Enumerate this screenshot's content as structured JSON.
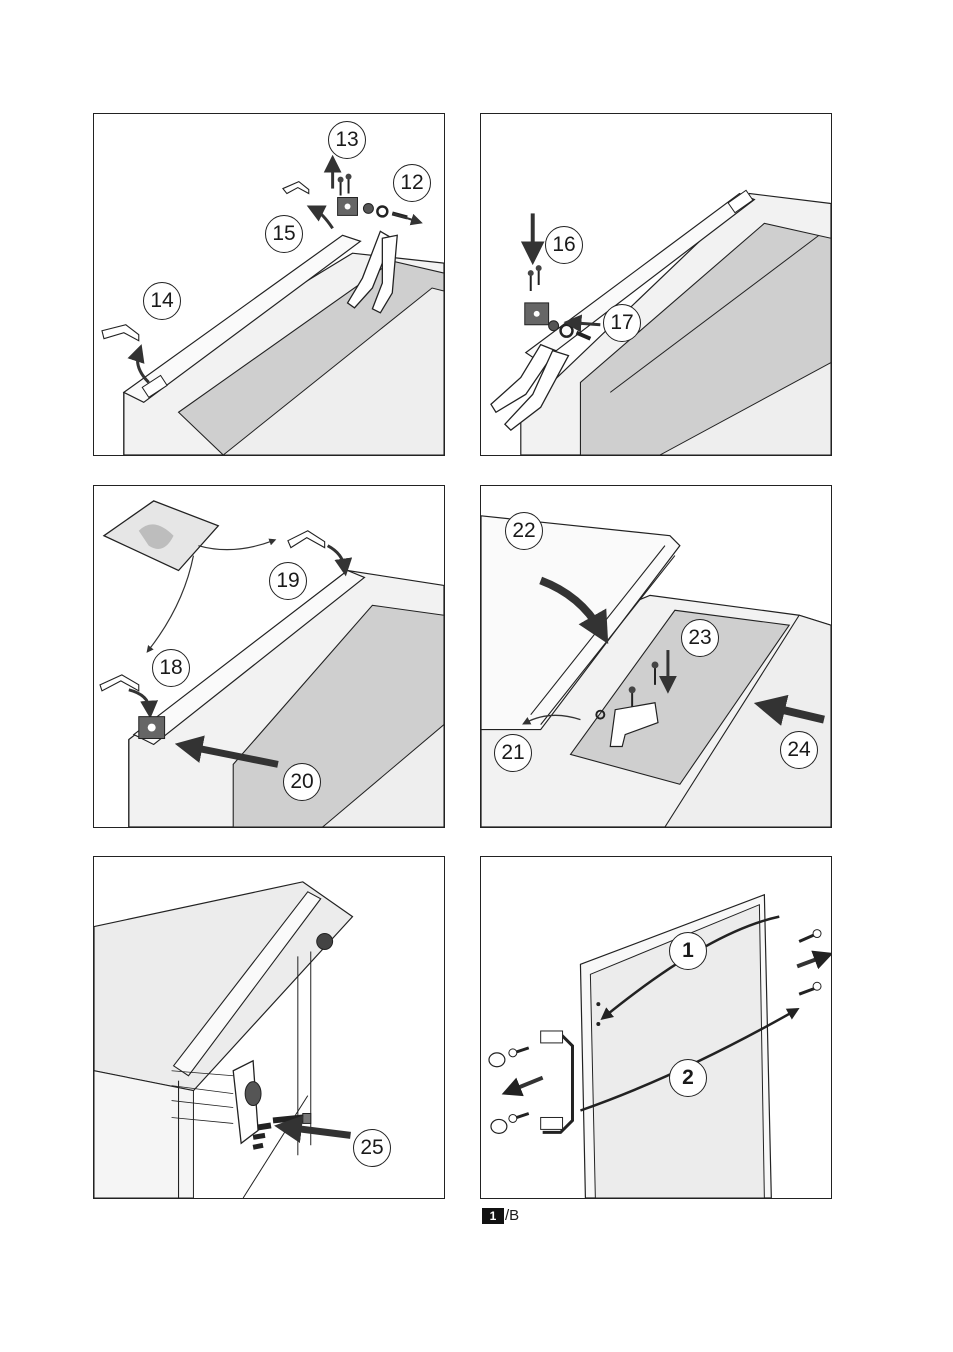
{
  "panels": [
    {
      "steps": [
        "13",
        "12",
        "15",
        "14"
      ]
    },
    {
      "steps": [
        "16",
        "17"
      ]
    },
    {
      "steps": [
        "19",
        "18",
        "20"
      ]
    },
    {
      "steps": [
        "22",
        "23",
        "21",
        "24"
      ]
    },
    {
      "steps": [
        "25"
      ]
    },
    {
      "steps": [
        "1",
        "2"
      ]
    }
  ],
  "figure_ref": {
    "number": "1",
    "suffix": "/B"
  },
  "colors": {
    "line": "#222222",
    "fill_light": "#efefef",
    "fill_mid": "#c9c9c9",
    "fill_dark": "#555555",
    "arrow": "#333333"
  },
  "icons": [
    "pliers-icon",
    "screw-icon",
    "hinge-bracket-icon",
    "cover-cap-icon",
    "parts-bag-icon",
    "door-handle-icon"
  ]
}
